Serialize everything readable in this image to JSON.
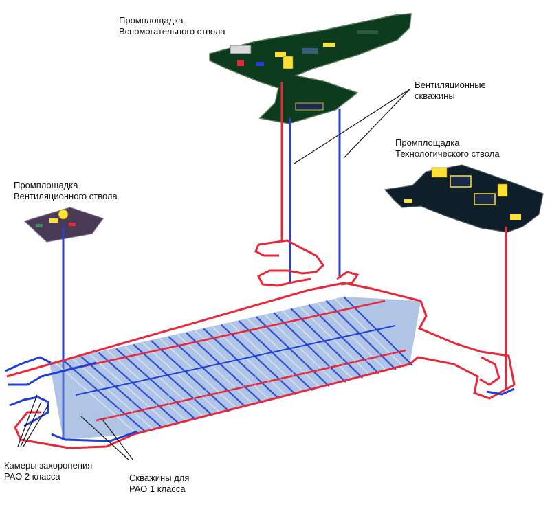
{
  "labels": {
    "aux_shaft": {
      "line1": "Промплощадка",
      "line2": "Вспомогательного ствола"
    },
    "vent_shaft": {
      "line1": "Промплощадка",
      "line2": "Вентиляционного ствола"
    },
    "tech_shaft": {
      "line1": "Промплощадка",
      "line2": "Технологического ствола"
    },
    "vent_wells": {
      "line1": "Вентиляционные",
      "line2": "скважины"
    },
    "chambers": {
      "line1": "Камеры захоронения",
      "line2": "РАО 2 класса"
    },
    "wells": {
      "line1": "Скважины для",
      "line2": "РАО 1 класса"
    }
  },
  "colors": {
    "intake": "#e8283a",
    "exhaust": "#1f3fd8",
    "platform": "#0d3b1e",
    "highlight": "#ffe033",
    "drift_fill": "#5b86c9",
    "shaft_red": "#e8283a",
    "shaft_blue": "#2a3fd0"
  }
}
